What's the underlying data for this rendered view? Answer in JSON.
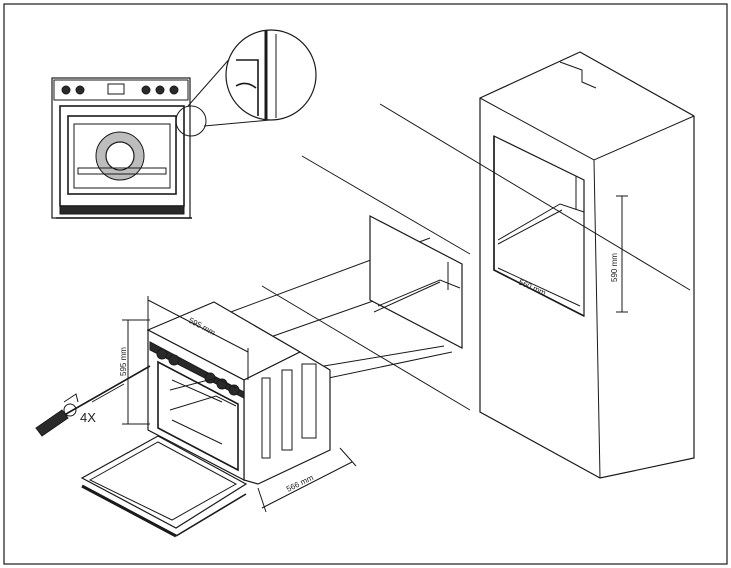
{
  "diagram": {
    "labels": {
      "oven_width": "595 mm",
      "oven_height": "595 mm",
      "oven_depth": "566 mm",
      "niche_width": "560 mm",
      "niche_height": "590 mm",
      "screw_count": "4X"
    }
  }
}
